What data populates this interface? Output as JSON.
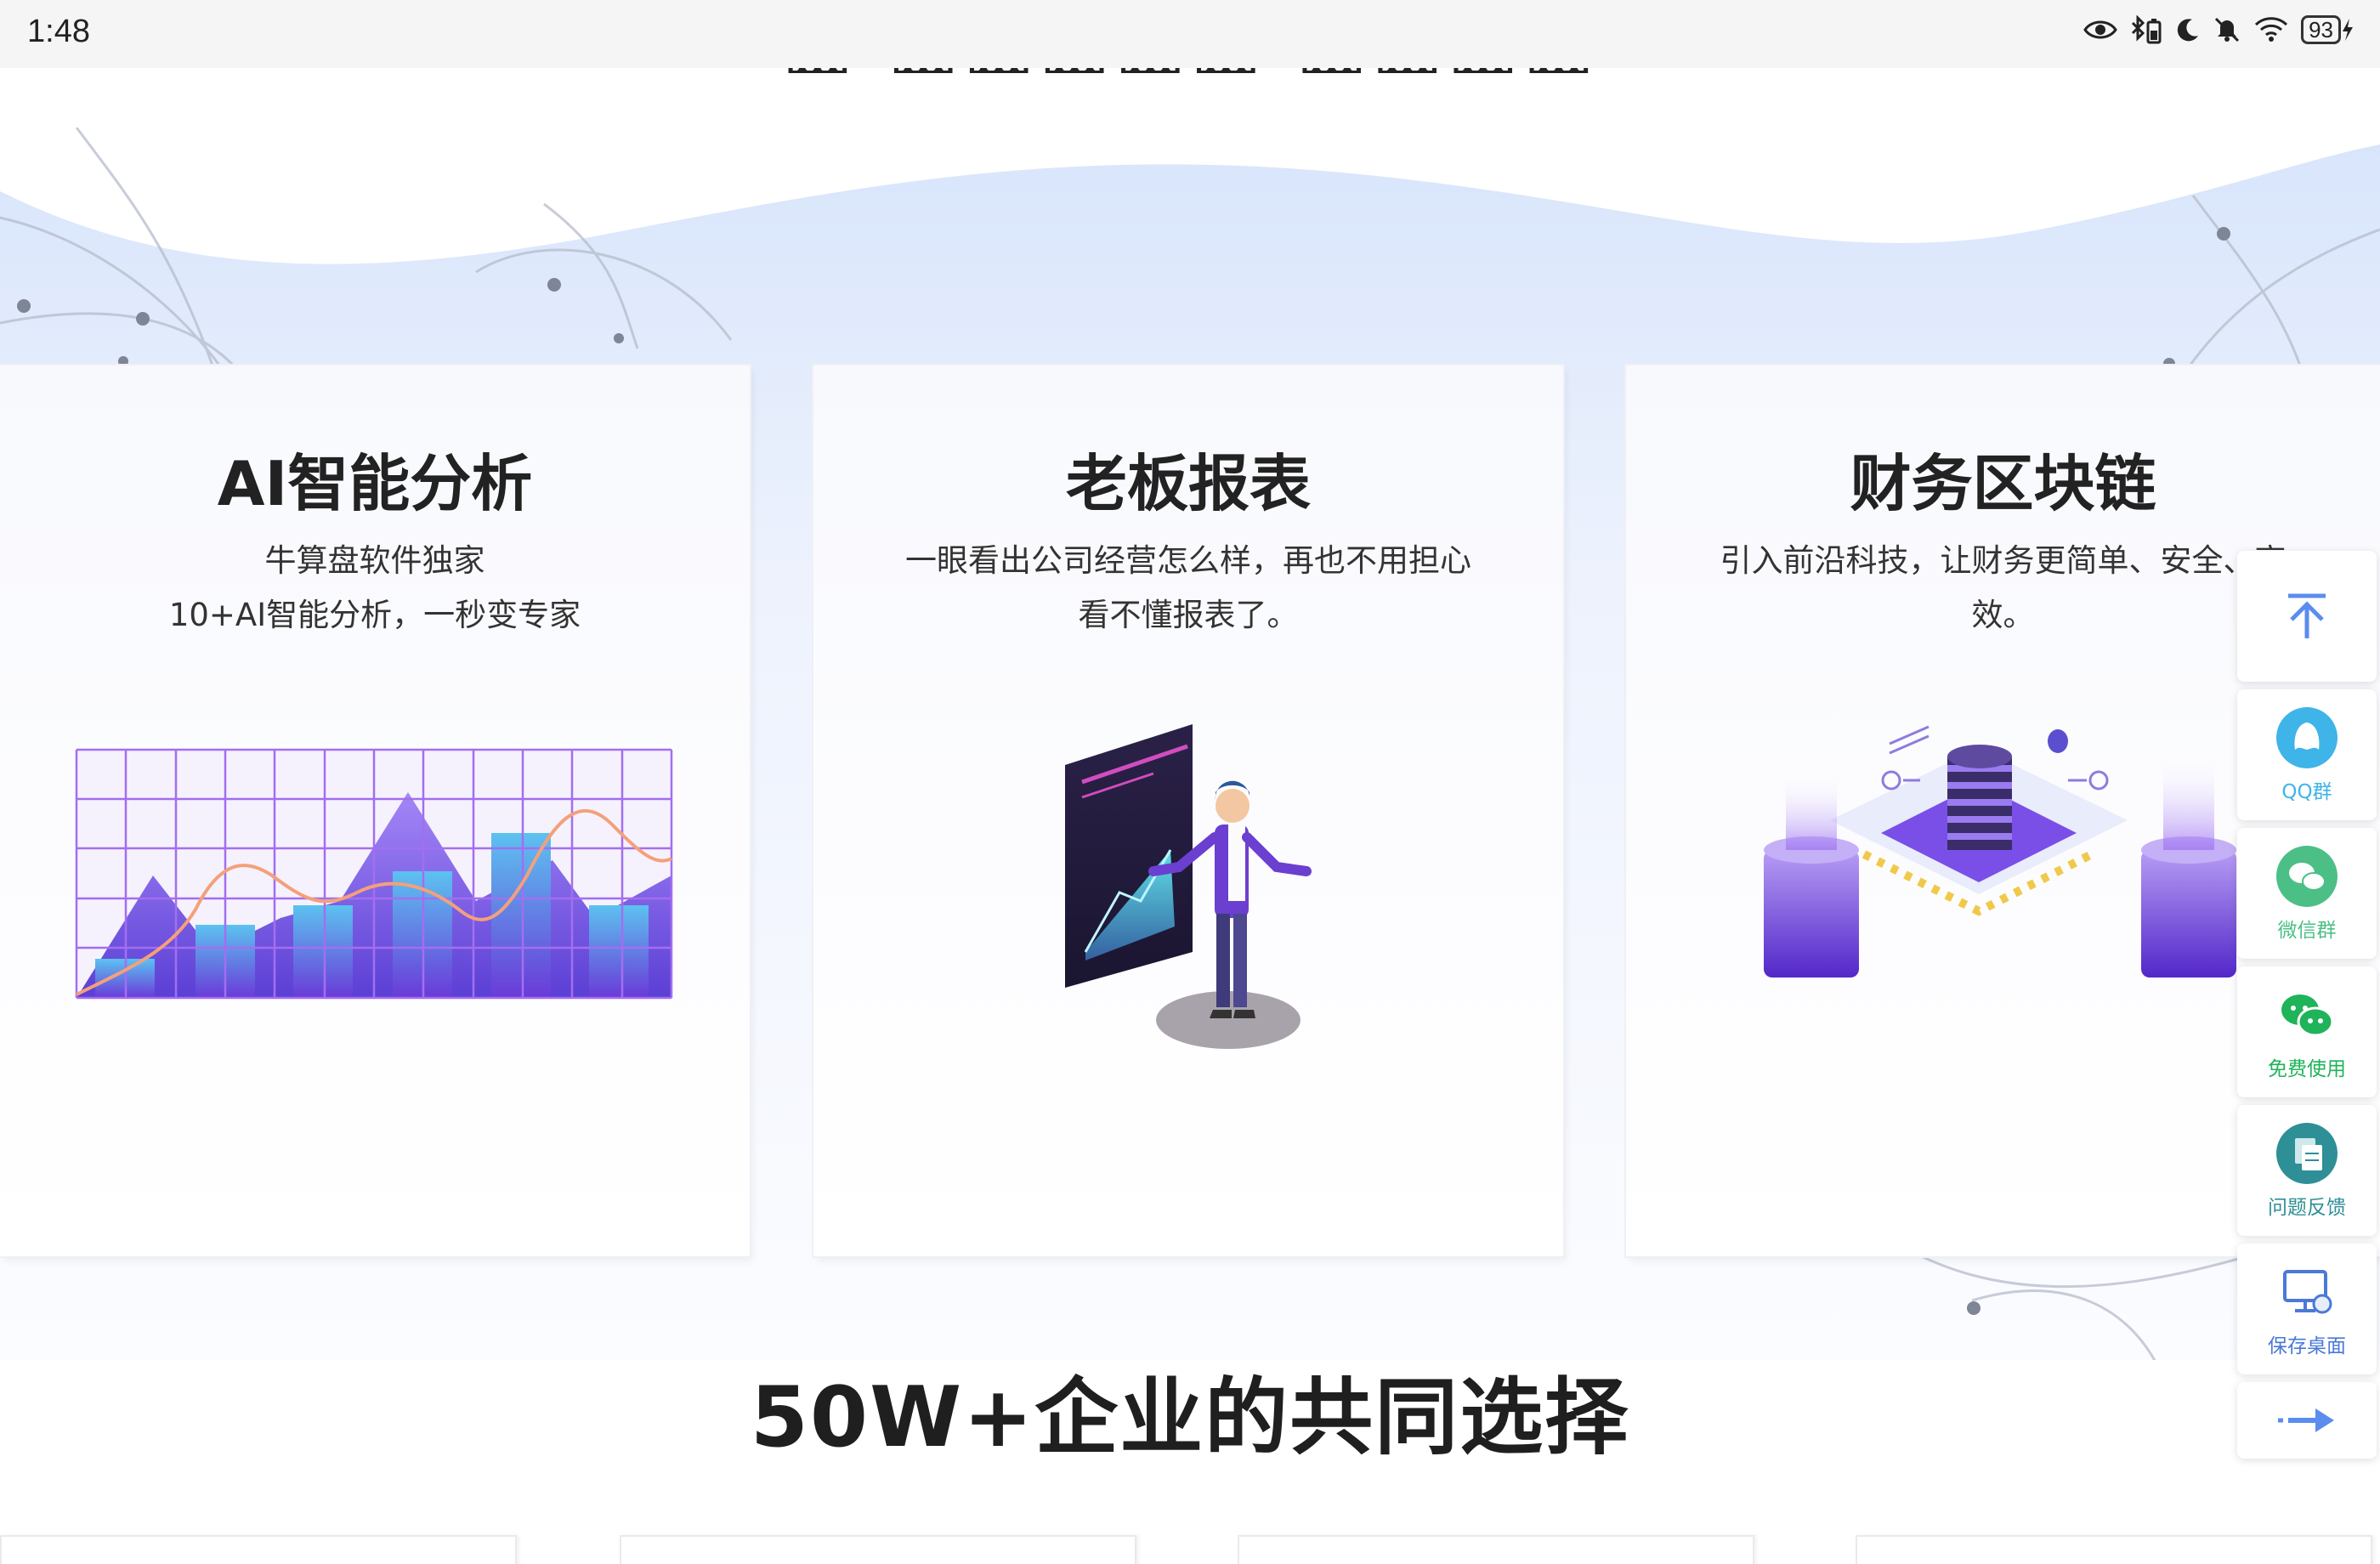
{
  "status_bar": {
    "time": "1:48",
    "battery": "93"
  },
  "features": [
    {
      "title": "AI智能分析",
      "desc_lines": [
        "牛算盘软件独家",
        "10+AI智能分析，一秒变专家"
      ]
    },
    {
      "title": "老板报表",
      "desc_lines": [
        "一眼看出公司经营怎么样，再也不用担心",
        "看不懂报表了。"
      ]
    },
    {
      "title": "财务区块链",
      "desc_lines": [
        "引入前沿科技，让财务更简单、安全、高",
        "效。"
      ]
    }
  ],
  "section": {
    "title": "50W+企业的共同选择"
  },
  "float_bar": {
    "items": [
      {
        "label": "",
        "icon": "arrow-up-icon"
      },
      {
        "label": "QQ群",
        "icon": "qq-icon",
        "color": "#3fb4e8"
      },
      {
        "label": "微信群",
        "icon": "wechat-icon",
        "color": "#4cbf86"
      },
      {
        "label": "免费使用",
        "icon": "wechat-green-icon",
        "color": "#1fb35a"
      },
      {
        "label": "问题反馈",
        "icon": "feedback-icon",
        "color": "#2e8f96"
      },
      {
        "label": "保存桌面",
        "icon": "desktop-icon",
        "color": "#4a79d8"
      },
      {
        "label": "",
        "icon": "arrow-right-icon"
      }
    ]
  },
  "colors": {
    "accent_blue": "#5b8def",
    "card_bg": "#f8f9fd",
    "band": "#dbe7fb"
  }
}
